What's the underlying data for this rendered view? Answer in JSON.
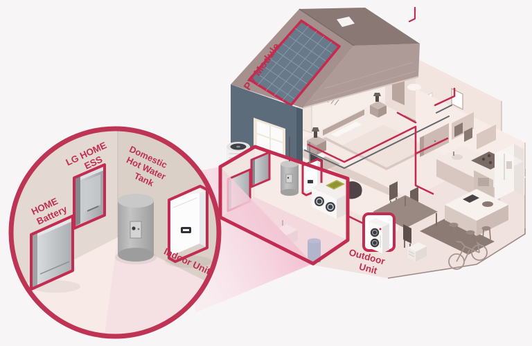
{
  "scene": {
    "labels": {
      "pv_module": "PV Module",
      "lg_home_ess": [
        "LG HOME",
        "ESS"
      ],
      "home_battery": [
        "HOME",
        "Battery"
      ],
      "domestic_hot_water_tank": [
        "Domestic",
        "Hot Water",
        "Tank"
      ],
      "indoor_unit": "Indoor Unit",
      "outdoor_unit": [
        "Outdoor",
        "Unit"
      ]
    },
    "colors": {
      "accent_crimson": "#BE3455",
      "label_text": "#BE2F51",
      "pipe_red": "#C22C50",
      "pipe_gray": "#62676B",
      "roof_left": "#A5908D",
      "roof_top": "#8A7875",
      "roof_right": "#AE9A97",
      "pv_panel_blue": "#68798A",
      "gable_wall_blue": "#5D6C7B",
      "wall_cream": "#F7ECE7",
      "floor_pink": "#F2E4E0",
      "beam_pink": "#F3C2D2",
      "trash_can_blue": "#7FA8C4",
      "laundry_basket_green": "#A9AE45",
      "equipment_gray": "#C2C5C7",
      "unit_white": "#FBFBFB"
    }
  }
}
